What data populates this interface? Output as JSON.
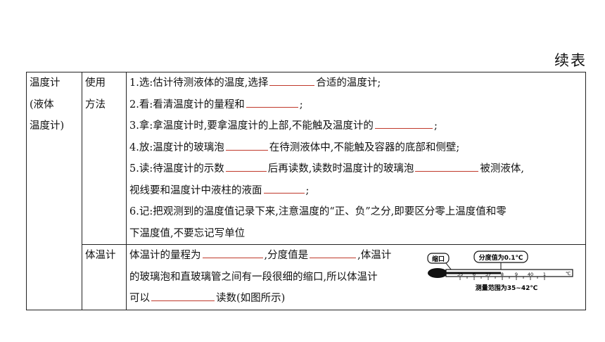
{
  "header": {
    "label": "续表"
  },
  "table": {
    "category": "温度计(液体温度计)",
    "category_lines": [
      "温度计",
      "(液体",
      "温度计)"
    ],
    "usage": {
      "label_lines": [
        "使用",
        "方法"
      ],
      "lines": [
        {
          "before": "1.选:估计待测液体的温度,选择",
          "after": "合适的温度计;"
        },
        {
          "before": "2.看:看清温度计的量程和",
          "after": ";"
        },
        {
          "before": "3.拿:拿温度计时,要拿温度计的上部,不能触及温度计的",
          "after": ";"
        },
        {
          "before": "4.放:温度计的玻璃泡",
          "after": "在待测液体中,不能触及容器的底部和侧壁;"
        },
        {
          "before": "5.读:待温度计的示数",
          "middle": "后再读数,读数时温度计的玻璃泡",
          "after": "被测液体,"
        },
        {
          "before": "视线要和温度计中液柱的液面",
          "after": ";"
        },
        {
          "text": "6.记:把观测到的温度值记录下来,注意温度的“正、负”之分,即要区分零上温度值和零"
        },
        {
          "text": "下温度值,不要忘记写单位"
        }
      ]
    },
    "body_thermometer": {
      "label": "体温计",
      "line1_a": "体温计的量程为",
      "line1_b": ",分度值是",
      "line1_c": ",体温计",
      "line2": "的玻璃泡和直玻璃管之间有一段很细的缩口,所以体温计",
      "line3_a": "可以",
      "line3_b": "读数(如图所示)",
      "figure": {
        "constriction_label": "缩口",
        "division_label": "分度值为0.1℃",
        "range_label": "测量范围为35~42℃",
        "scale_numbers": [
          "35",
          "6",
          "37",
          "8",
          "9",
          "40",
          "1"
        ],
        "unit": "℃"
      }
    }
  }
}
